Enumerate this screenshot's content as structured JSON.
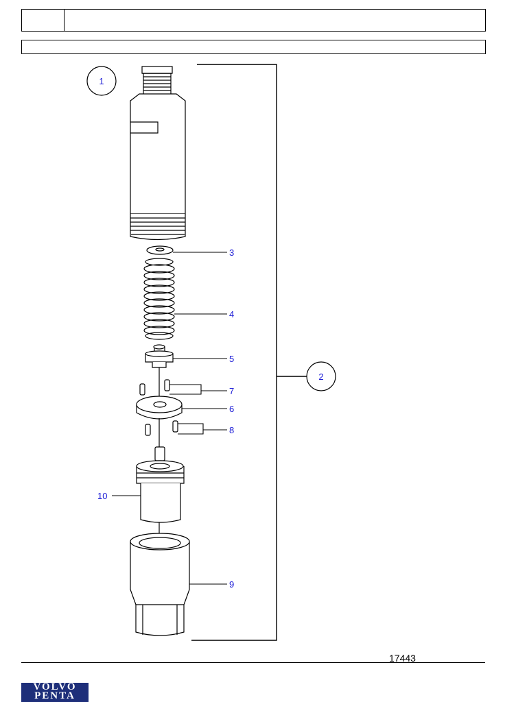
{
  "header": {
    "code_cell": "",
    "title_cell": "",
    "subtitle_bar": ""
  },
  "callouts": {
    "c1": "1",
    "c2": "2",
    "c3": "3",
    "c4": "4",
    "c5": "5",
    "c6": "6",
    "c7": "7",
    "c8": "8",
    "c9": "9",
    "c10": "10"
  },
  "illustration_number": "17443",
  "logo": {
    "line1": "VOLVO",
    "line2": "PENTA",
    "color": "#1e2f7a"
  },
  "colors": {
    "callout_text": "#1b1bd6",
    "line": "#000000"
  }
}
